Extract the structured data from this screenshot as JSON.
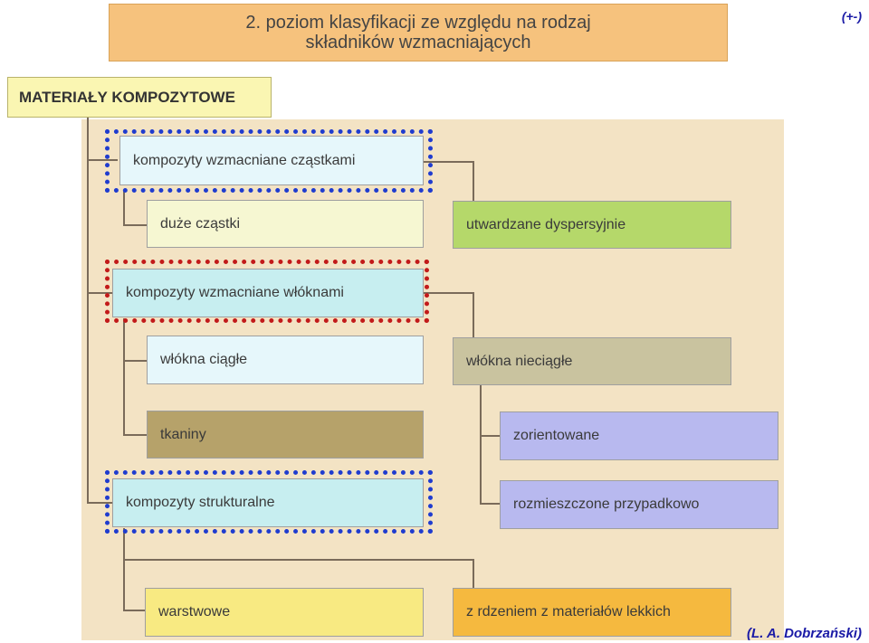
{
  "title": [
    "2. poziom klasyfikacji ze względu na rodzaj",
    "składników wzmacniających"
  ],
  "corner_mark": "(+-)",
  "credit": "(L. A. Dobrzański)",
  "diagram": {
    "root": "MATERIAŁY KOMPOZYTOWE",
    "nodes": {
      "particles": "kompozyty wzmacniane cząstkami",
      "large_particles": "duże cząstki",
      "dispersion": "utwardzane dyspersyjnie",
      "fibers": "kompozyty wzmacniane włóknami",
      "continuous": "włókna ciągłe",
      "discontinuous": "włókna nieciągłe",
      "fabrics": "tkaniny",
      "oriented": "zorientowane",
      "random": "rozmieszczone przypadkowo",
      "structural": "kompozyty strukturalne",
      "layered": "warstwowe",
      "sandwich": "z rdzeniem z materiałów lekkich"
    },
    "colors": {
      "title": "#f6c27d",
      "root": "#faf6b2",
      "panel": "#f3e3c4",
      "cyan": "#c7eef0",
      "light_cyan": "#e6f7fb",
      "light_yellow": "#f6f7d2",
      "green": "#b5d86a",
      "khaki": "#c9c39f",
      "olive": "#b6a26a",
      "lavender": "#b8b9ef",
      "yellow": "#f8ea82",
      "orange": "#f5b93f",
      "highlight_blue": "#1f3ccf",
      "highlight_red": "#c21a1a"
    }
  }
}
